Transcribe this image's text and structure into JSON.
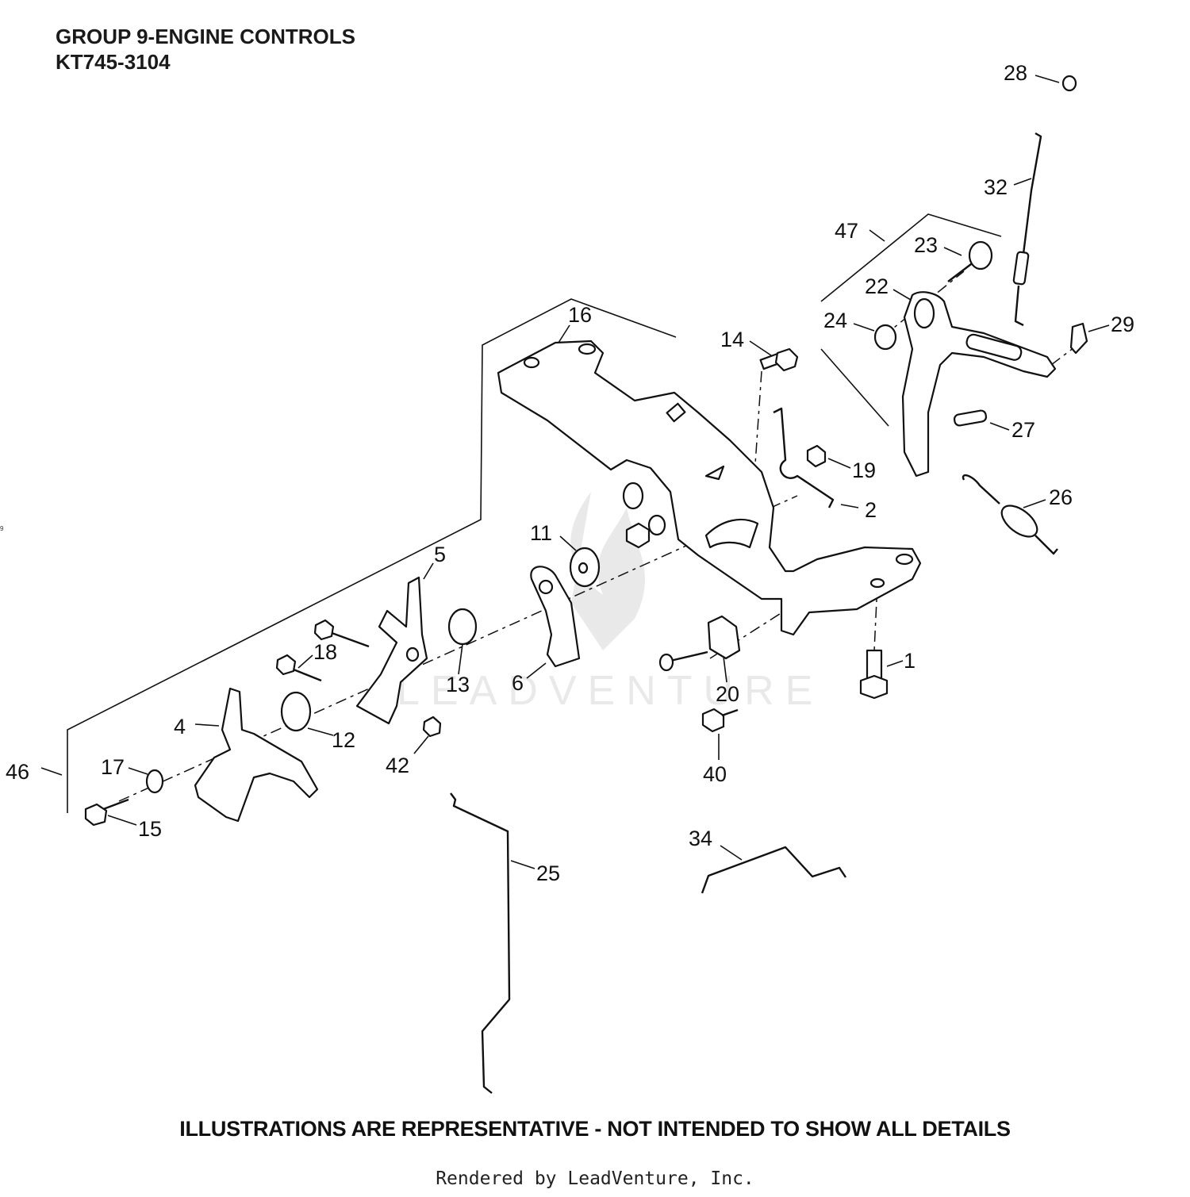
{
  "header": {
    "group_title": "GROUP 9-ENGINE CONTROLS",
    "model": "KT745-3104"
  },
  "side_marker": "9",
  "watermark": "LEADVENTURE",
  "callouts": [
    "28",
    "32",
    "47",
    "23",
    "22",
    "24",
    "29",
    "16",
    "14",
    "19",
    "27",
    "26",
    "2",
    "11",
    "5",
    "18",
    "13",
    "6",
    "20",
    "1",
    "4",
    "12",
    "42",
    "40",
    "46",
    "17",
    "15",
    "25",
    "34"
  ],
  "disclaimer": "ILLUSTRATIONS ARE REPRESENTATIVE - NOT INTENDED TO SHOW ALL DETAILS",
  "footer": "Rendered by LeadVenture, Inc."
}
